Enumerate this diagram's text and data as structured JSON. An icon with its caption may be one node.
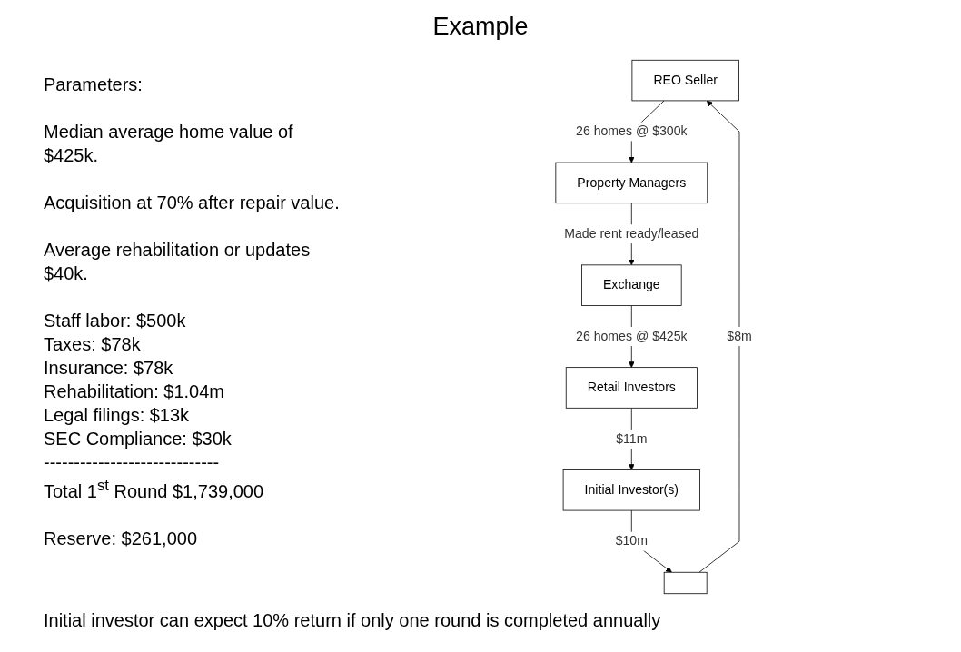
{
  "diagram": {
    "title": "Example",
    "nodes": [
      {
        "text": [
          "REO Seller"
        ]
      },
      {
        "text": [
          "Property Managers"
        ]
      },
      {
        "text": [],
        "shape": "box"
      },
      {
        "text": [
          "Exchange"
        ]
      },
      {
        "text": [
          "Initial Investor(s)"
        ]
      },
      {
        "text": [
          "Retail Investors"
        ]
      }
    ],
    "edges": [
      {
        "from": 0,
        "to": 1,
        "arrow": "to",
        "label": "26 homes @ $300k"
      },
      {
        "from": 1,
        "to": 3,
        "arrow": "to",
        "label": "Made rent ready/leased"
      },
      {
        "from": 3,
        "to": 5,
        "arrow": "to",
        "label": "26 homes @ $425k"
      },
      {
        "from": 5,
        "to": 4,
        "arrow": "to",
        "label": "$11m"
      },
      {
        "from": 4,
        "to": 2,
        "arrow": "to",
        "label": "$10m"
      },
      {
        "from": 2,
        "to": 0,
        "arrow": "to",
        "label": "$8m"
      }
    ],
    "labels": [
      "Parameters:",
      "Median average home value of $425k.",
      "Acquisition at 70% after repair value.",
      "Average rehabilitation or updates $40k.",
      "Staff labor: $500k",
      "Taxes: $78k",
      "Insurance: $78k",
      "Rehabilitation: $1.04m",
      "Legal filings: $13k",
      "SEC Compliance: $30k",
      "-----------------------------",
      "Total 1$^{st}$ Round $1,739,000",
      "Reserve: $261,000",
      "Initial investor can expect 10% return if only one round is completed annually"
    ]
  }
}
